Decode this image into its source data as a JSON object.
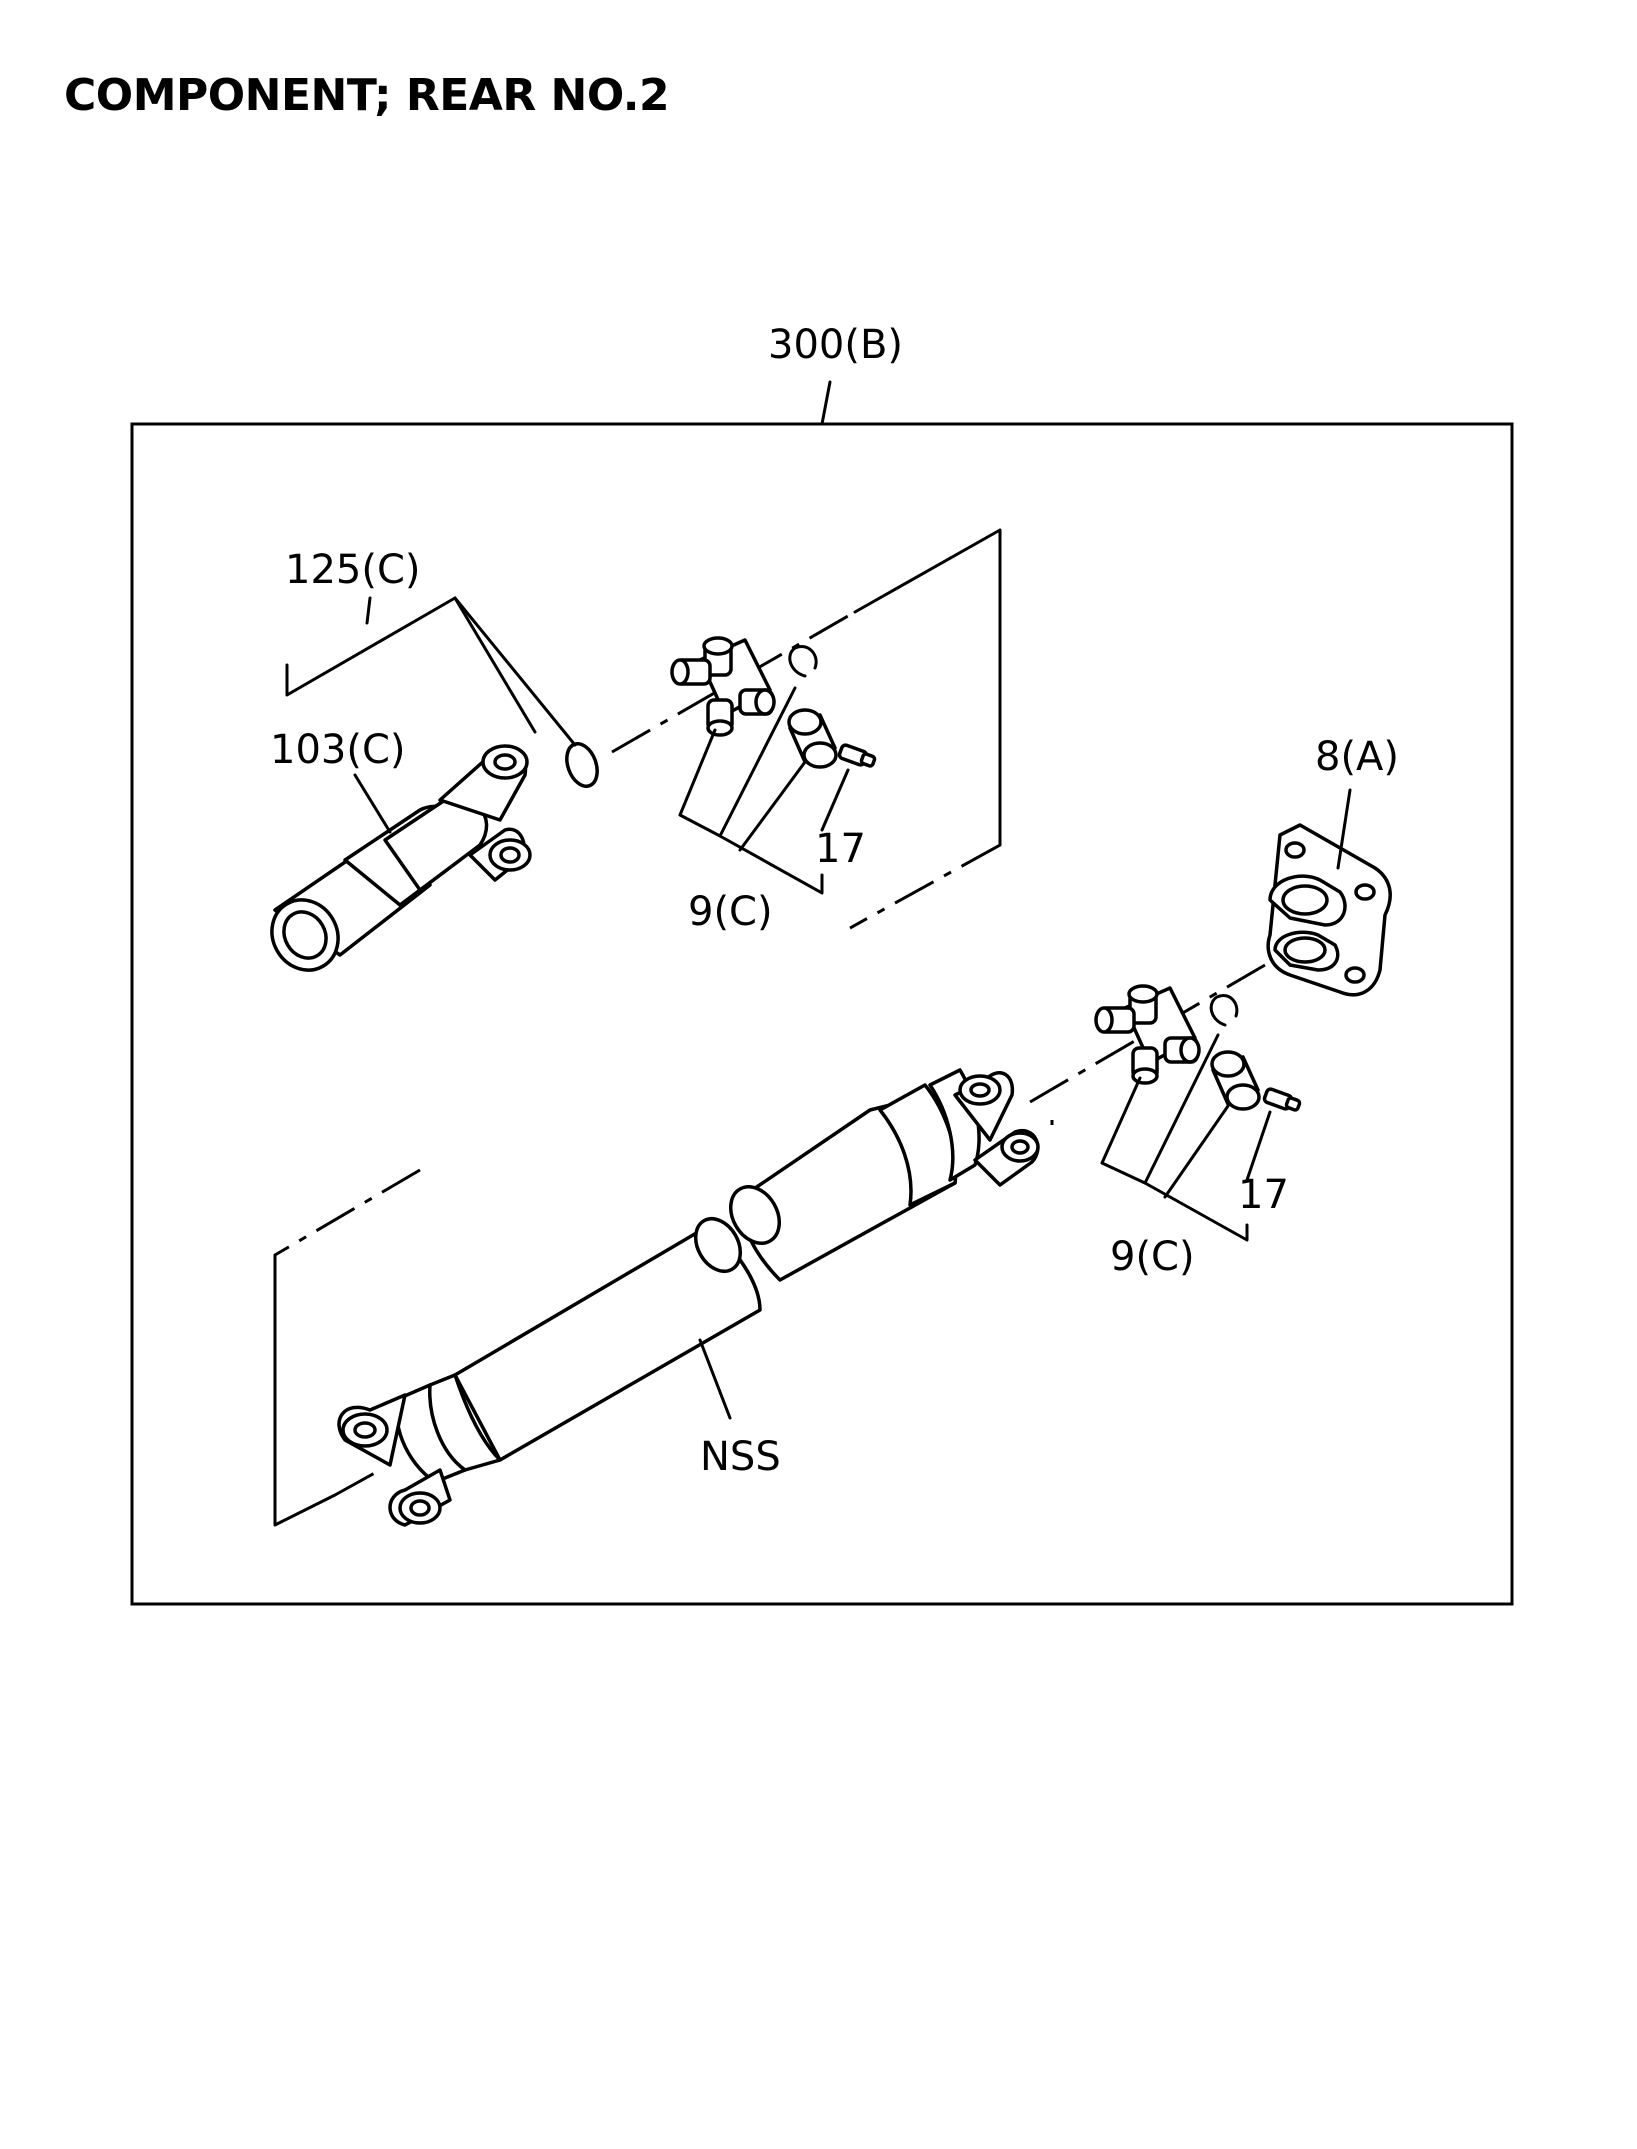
{
  "title": "COMPONENT; REAR NO.2",
  "callouts": {
    "assembly": "300(B)",
    "yoke_kit": "125(C)",
    "sleeve_yoke": "103(C)",
    "joint_kit_front": "9(C)",
    "grease_nipple_front": "17",
    "flange_yoke": "8(A)",
    "joint_kit_rear": "9(C)",
    "grease_nipple_rear": "17",
    "shaft_tube": "NSS"
  }
}
